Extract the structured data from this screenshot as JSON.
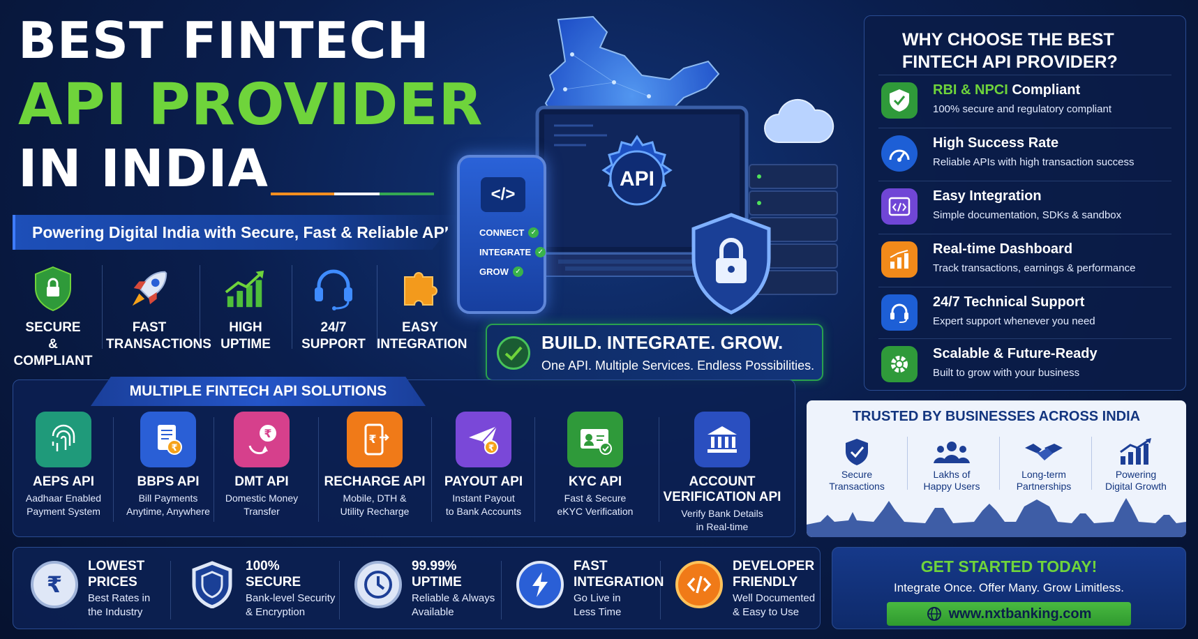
{
  "hero": {
    "line1": "BEST FINTECH",
    "line2": "API PROVIDER",
    "line3": "IN INDIA",
    "tagline": "Powering Digital India with Secure, Fast & Reliable APIs"
  },
  "features": [
    {
      "line1": "SECURE",
      "line2": "& COMPLIANT",
      "icon": "shield-lock-icon"
    },
    {
      "line1": "FAST",
      "line2": "TRANSACTIONS",
      "icon": "rocket-icon"
    },
    {
      "line1": "HIGH",
      "line2": "UPTIME",
      "icon": "growth-chart-icon"
    },
    {
      "line1": "24/7",
      "line2": "SUPPORT",
      "icon": "headset-icon"
    },
    {
      "line1": "EASY",
      "line2": "INTEGRATION",
      "icon": "puzzle-icon"
    }
  ],
  "illustration": {
    "api_label": "API",
    "phone_code": "</>",
    "phone_steps": [
      "CONNECT",
      "INTEGRATE",
      "GROW"
    ]
  },
  "build": {
    "heading": "BUILD. INTEGRATE. GROW.",
    "sub": "One API. Multiple Services. Endless Possibilities."
  },
  "why": {
    "title_line1": "WHY CHOOSE THE BEST",
    "title_line2": "FINTECH API PROVIDER?",
    "items": [
      {
        "heading_green": "RBI & NPCI",
        "heading": "Compliant",
        "sub": "100% secure and regulatory compliant",
        "icon": "shield-check-icon",
        "color": "#2f9a3a"
      },
      {
        "heading": "High Success Rate",
        "sub": "Reliable APIs with high transaction success",
        "icon": "speedometer-icon",
        "color": "#1d5fd6"
      },
      {
        "heading": "Easy Integration",
        "sub": "Simple documentation, SDKs & sandbox",
        "icon": "code-window-icon",
        "color": "#7046d6"
      },
      {
        "heading": "Real-time Dashboard",
        "sub": "Track transactions, earnings & performance",
        "icon": "bar-chart-icon",
        "color": "#f28a1a"
      },
      {
        "heading": "24/7 Technical Support",
        "sub": "Expert support whenever you need",
        "icon": "headset-icon",
        "color": "#1d5fd6"
      },
      {
        "heading": "Scalable & Future-Ready",
        "sub": "Built to grow with your business",
        "icon": "gear-icon",
        "color": "#2f9a3a"
      }
    ]
  },
  "solutions": {
    "title": "MULTIPLE FINTECH API SOLUTIONS",
    "items": [
      {
        "name": "AEPS API",
        "line1": "Aadhaar Enabled",
        "line2": "Payment System",
        "icon": "fingerprint-icon",
        "color": "#1f9a7a"
      },
      {
        "name": "BBPS API",
        "line1": "Bill Payments",
        "line2": "Anytime, Anywhere",
        "icon": "bill-icon",
        "color": "#2a5fd6"
      },
      {
        "name": "DMT API",
        "line1": "Domestic Money",
        "line2": "Transfer",
        "icon": "money-transfer-icon",
        "color": "#d6408c"
      },
      {
        "name": "RECHARGE API",
        "line1": "Mobile, DTH &",
        "line2": "Utility Recharge",
        "icon": "mobile-recharge-icon",
        "color": "#f07a18"
      },
      {
        "name": "PAYOUT API",
        "line1": "Instant Payout",
        "line2": "to Bank Accounts",
        "icon": "paper-plane-icon",
        "color": "#7a48d8"
      },
      {
        "name": "KYC API",
        "line1": "Fast & Secure",
        "line2": "eKYC Verification",
        "icon": "id-card-icon",
        "color": "#2f9a3a"
      },
      {
        "name": "ACCOUNT",
        "name2": "VERIFICATION API",
        "line1": "Verify Bank Details",
        "line2": "in Real-time",
        "icon": "bank-icon",
        "color": "#2a4fc0"
      }
    ]
  },
  "trusted": {
    "title": "TRUSTED BY BUSINESSES ACROSS INDIA",
    "items": [
      {
        "line1": "Secure",
        "line2": "Transactions",
        "icon": "shield-check-icon"
      },
      {
        "line1": "Lakhs of",
        "line2": "Happy Users",
        "icon": "users-icon"
      },
      {
        "line1": "Long-term",
        "line2": "Partnerships",
        "icon": "handshake-icon"
      },
      {
        "line1": "Powering",
        "line2": "Digital Growth",
        "icon": "growth-chart-icon"
      }
    ]
  },
  "bottom": [
    {
      "h1": "LOWEST",
      "h2": "PRICES",
      "s1": "Best Rates in",
      "s2": "the Industry",
      "icon": "rupee-icon",
      "color": "#dfe7f7"
    },
    {
      "h1": "100%",
      "h2": "SECURE",
      "s1": "Bank-level Security",
      "s2": "& Encryption",
      "icon": "shield-icon",
      "color": "#dfe7f7"
    },
    {
      "h1": "99.99%",
      "h2": "UPTIME",
      "s1": "Reliable & Always",
      "s2": "Available",
      "icon": "clock-icon",
      "color": "#dfe7f7"
    },
    {
      "h1": "FAST",
      "h2": "INTEGRATION",
      "s1": "Go Live in",
      "s2": "Less Time",
      "icon": "lightning-icon",
      "color": "#2a5fd6"
    },
    {
      "h1": "DEVELOPER",
      "h2": "FRIENDLY",
      "s1": "Well Documented",
      "s2": "& Easy to Use",
      "icon": "code-icon",
      "color": "#f07a18"
    }
  ],
  "cta": {
    "heading": "GET STARTED TODAY!",
    "sub": "Integrate Once. Offer Many. Grow Limitless.",
    "url": "www.nxtbanking.com"
  }
}
